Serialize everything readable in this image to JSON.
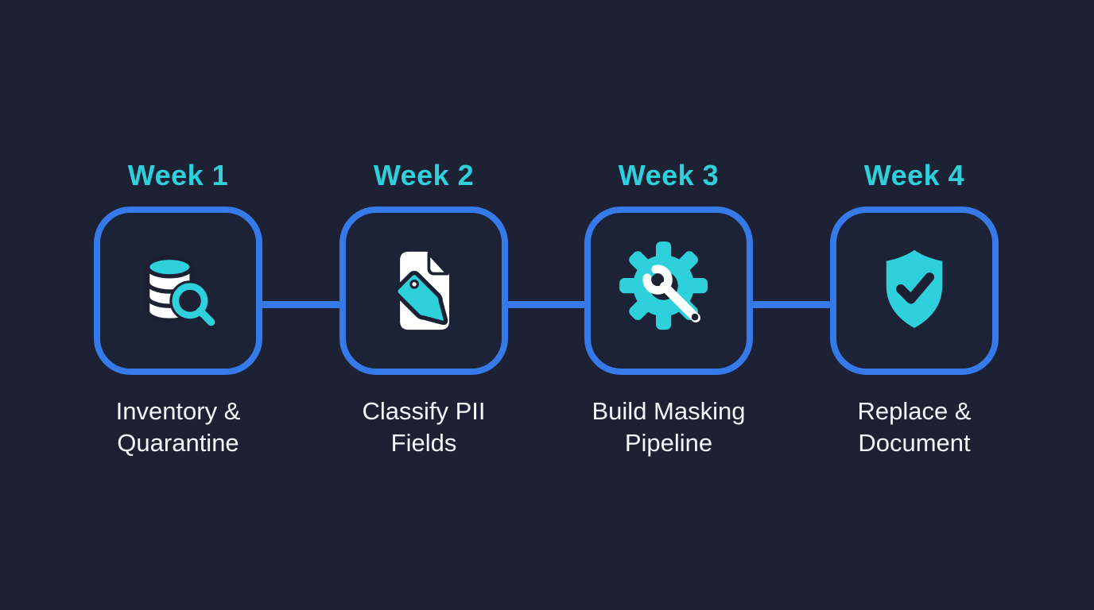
{
  "colors": {
    "background": "#1d2134",
    "box_border_blue": "#3679e8",
    "accent_teal": "#2ed0dc",
    "label_text": "#f3f6fa"
  },
  "timeline": {
    "steps": [
      {
        "week": "Week 1",
        "label": "Inventory & Quarantine",
        "label_line1": "Inventory &",
        "label_line2": "Quarantine",
        "icon": "database-search-icon"
      },
      {
        "week": "Week 2",
        "label": "Classify PII Fields",
        "label_line1": "Classify PII",
        "label_line2": "Fields",
        "icon": "document-tag-icon"
      },
      {
        "week": "Week 3",
        "label": "Build Masking Pipeline",
        "label_line1": "Build Masking",
        "label_line2": "Pipeline",
        "icon": "gear-wrench-icon"
      },
      {
        "week": "Week 4",
        "label": "Replace & Document",
        "label_line1": "Replace &",
        "label_line2": "Document",
        "icon": "shield-check-icon"
      }
    ]
  }
}
